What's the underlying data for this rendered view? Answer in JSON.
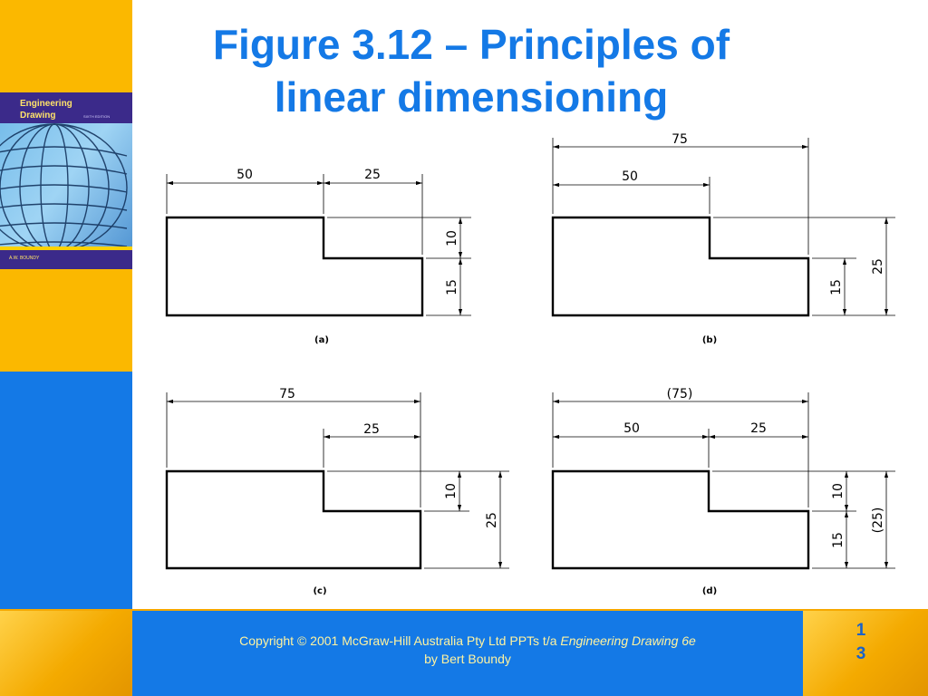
{
  "slide": {
    "title_line1": "Figure 3.12 – Principles of",
    "title_line2": "linear dimensioning",
    "book_cover": {
      "title_line1": "Engineering",
      "title_line2": "Drawing",
      "edition": "SIXTH EDITION",
      "author": "A.W. BOUNDY"
    },
    "footer": {
      "copyright_text": "Copyright © 2001 McGraw-Hill Australia Pty Ltd PPTs t/a",
      "book_title": "Engineering Drawing 6e",
      "author_line": "by Bert Boundy",
      "slide_number_line1": "1",
      "slide_number_line2": "3"
    },
    "colors": {
      "accent_blue": "#1479e6",
      "accent_orange": "#fbb800",
      "footer_text": "#fff3a0"
    }
  },
  "diagrams": {
    "a": {
      "label": "(a)",
      "dims": [
        "50",
        "25",
        "10",
        "15"
      ]
    },
    "b": {
      "label": "(b)",
      "dims": [
        "75",
        "50",
        "15",
        "25"
      ]
    },
    "c": {
      "label": "(c)",
      "dims": [
        "75",
        "25",
        "10",
        "25"
      ]
    },
    "d": {
      "label": "(d)",
      "dims": [
        "(75)",
        "50",
        "25",
        "10",
        "15",
        "(25)"
      ]
    }
  }
}
